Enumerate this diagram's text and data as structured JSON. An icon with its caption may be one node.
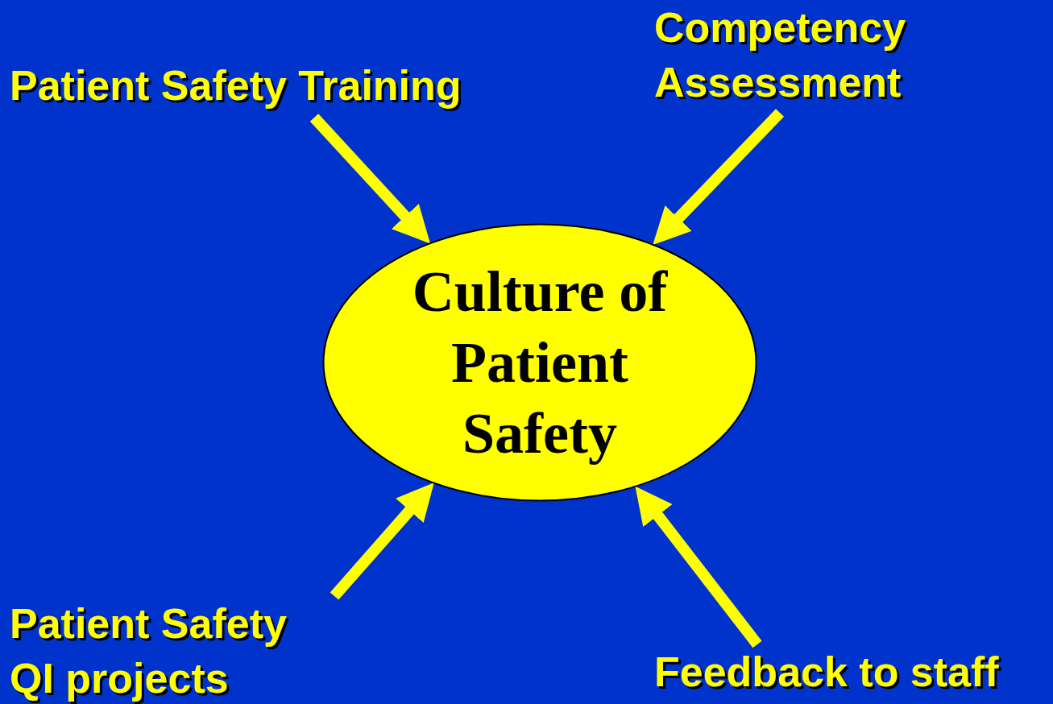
{
  "diagram": {
    "nodes": [
      {
        "text": [
          "Patient Safety Training"
        ]
      },
      {
        "text": [
          "Competency Assessment"
        ]
      },
      {
        "text": [
          "Culture of Patient Safety"
        ]
      },
      {
        "text": [
          "Patient Safety QI projects"
        ]
      },
      {
        "text": [
          "Feedback to staff"
        ]
      }
    ],
    "edges": [
      {
        "from": 0,
        "to": 2,
        "arrow": "to"
      },
      {
        "from": 1,
        "to": 2,
        "arrow": "to"
      },
      {
        "from": 3,
        "to": 2,
        "arrow": "to"
      },
      {
        "from": 4,
        "to": 2,
        "arrow": "to"
      }
    ]
  }
}
